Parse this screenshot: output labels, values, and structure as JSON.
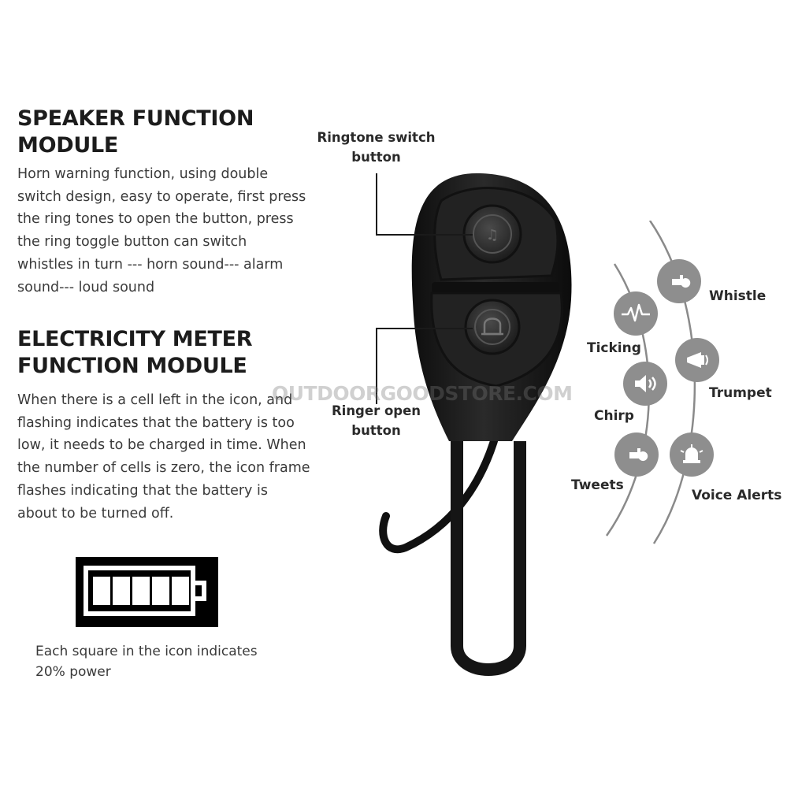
{
  "speaker": {
    "heading_line1": "SPEAKER FUNCTION",
    "heading_line2": "MODULE",
    "body": [
      "Horn warning function, using double",
      "switch design, easy to operate, first press",
      "the ring tones to open the button, press",
      "the ring toggle button can switch",
      "whistles in turn --- horn sound--- alarm",
      "sound--- loud sound"
    ]
  },
  "meter": {
    "heading_line1": "ELECTRICITY METER",
    "heading_line2": "FUNCTION MODULE",
    "body": [
      "When there is a cell left in the icon, and",
      "flashing indicates that the battery is too",
      "low, it needs to be charged in time. When",
      "the number of cells is zero, the icon frame",
      "flashes indicating that the battery is",
      "about to be turned off."
    ]
  },
  "battery": {
    "cells": 5,
    "caption_line1": "Each square in the icon indicates",
    "caption_line2": "20% power"
  },
  "callouts": {
    "ringtone_line1": "Ringtone switch",
    "ringtone_line2": "button",
    "ringer_line1": "Ringer open",
    "ringer_line2": "button"
  },
  "modes": {
    "whistle": "Whistle",
    "ticking": "Ticking",
    "trumpet": "Trumpet",
    "chirp": "Chirp",
    "tweets": "Tweets",
    "voice_alerts": "Voice Alerts"
  },
  "watermark": "OUTDOORGOODSTORE.COM",
  "colors": {
    "icon_circle": "#8e8e8e",
    "device_body": "#1a1a1a"
  }
}
